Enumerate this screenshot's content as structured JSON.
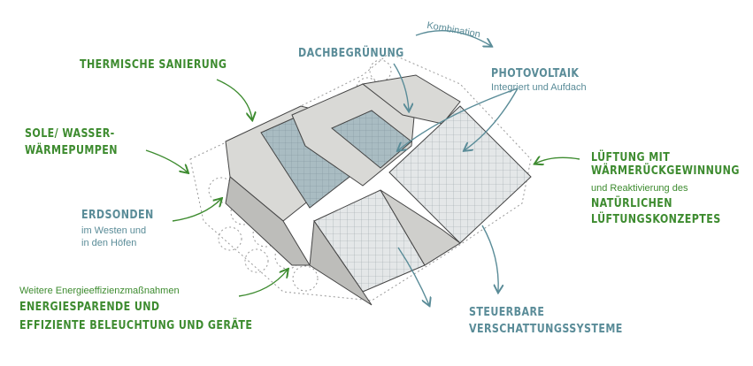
{
  "colors": {
    "green": "#3d8b2f",
    "teal": "#5a8c98",
    "panel": "#a9bcc2",
    "roof": "#d9d9d6"
  },
  "labels": {
    "kombination": "Kombination",
    "thermische": "THERMISCHE SANIERUNG",
    "dachbegruenung": "DACHBEGRÜNUNG",
    "photovoltaik": "PHOTOVOLTAIK",
    "photovoltaik_sub": "Integriert und Aufdach",
    "sole_1": "SOLE/ WASSER-",
    "sole_2": "WÄRMEPUMPEN",
    "lueftung_1": "LÜFTUNG MIT",
    "lueftung_2": "WÄRMERÜCKGEWINNUNG",
    "lueftung_sub": "und Reaktivierung des",
    "lueftung_3": "NATÜRLICHEN",
    "lueftung_4": "LÜFTUNGSKONZEPTES",
    "erdsonden": "ERDSONDEN",
    "erdsonden_sub_1": "im Westen und",
    "erdsonden_sub_2": "in den Höfen",
    "weitere": "Weitere Energieeffizienzmaßnahmen",
    "energie_1": "ENERGIESPARENDE UND",
    "energie_2": "EFFIZIENTE BELEUCHTUNG UND GERÄTE",
    "verschattung_1": "STEUERBARE",
    "verschattung_2": "VERSCHATTUNGSSYSTEME"
  }
}
